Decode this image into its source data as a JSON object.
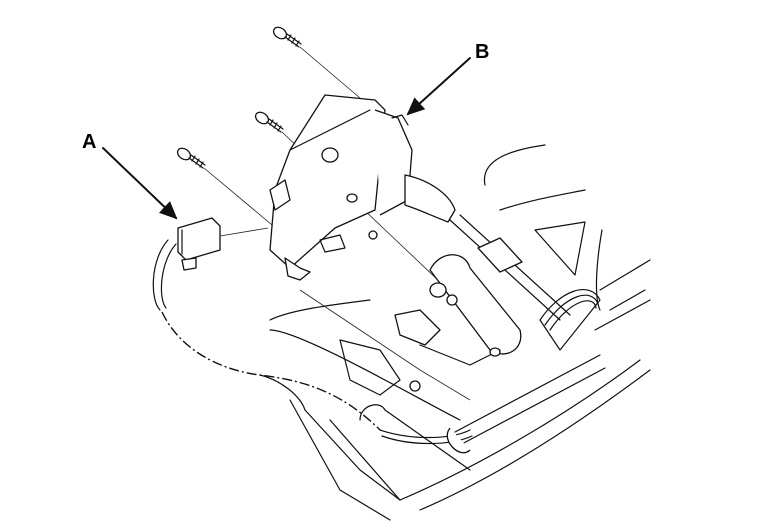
{
  "diagram": {
    "type": "mechanical-parts-illustration",
    "callouts": [
      {
        "id": "A",
        "label": "A",
        "points_to": "connector"
      },
      {
        "id": "B",
        "label": "B",
        "points_to": "switch-assembly"
      }
    ],
    "components": [
      "screw",
      "screw",
      "screw",
      "connector",
      "switch-assembly",
      "wire-harness",
      "steering-column"
    ]
  }
}
